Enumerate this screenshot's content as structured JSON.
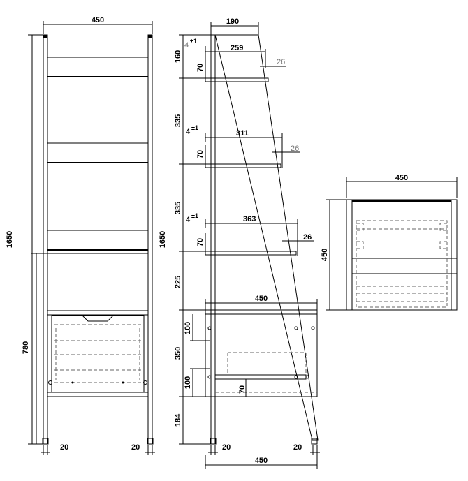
{
  "front_view": {
    "width_top": "450",
    "height_total": "1650",
    "height_drawer": "780",
    "leg_left": "20",
    "leg_right": "20"
  },
  "side_view": {
    "depth_top": "190",
    "h_top_gap": "160",
    "h_gap_2": "335",
    "h_gap_3": "335",
    "h_gap_4": "225",
    "h_drawer_top": "100",
    "h_drawer_mid": "350",
    "h_drawer_bot": "100",
    "h_bottom": "184",
    "h_total": "1650",
    "tol_1": "4",
    "tol_1_sup": "±1",
    "tol_2": "4",
    "tol_2_sup": "±1",
    "tol_3": "4",
    "tol_3_sup": "±1",
    "shelf_1": "259",
    "shelf_2": "311",
    "shelf_3": "363",
    "lip_1": "26",
    "lip_2": "26",
    "lip_3": "26",
    "bracket_1": "70",
    "bracket_2": "70",
    "bracket_3": "70",
    "bracket_4": "70",
    "drawer_depth": "450",
    "leg_left": "20",
    "leg_right": "20",
    "base_depth": "450"
  },
  "top_view": {
    "width": "450",
    "depth": "450"
  },
  "colors": {
    "line": "#000000",
    "dashed": "#666666",
    "grey_text": "#777777"
  }
}
